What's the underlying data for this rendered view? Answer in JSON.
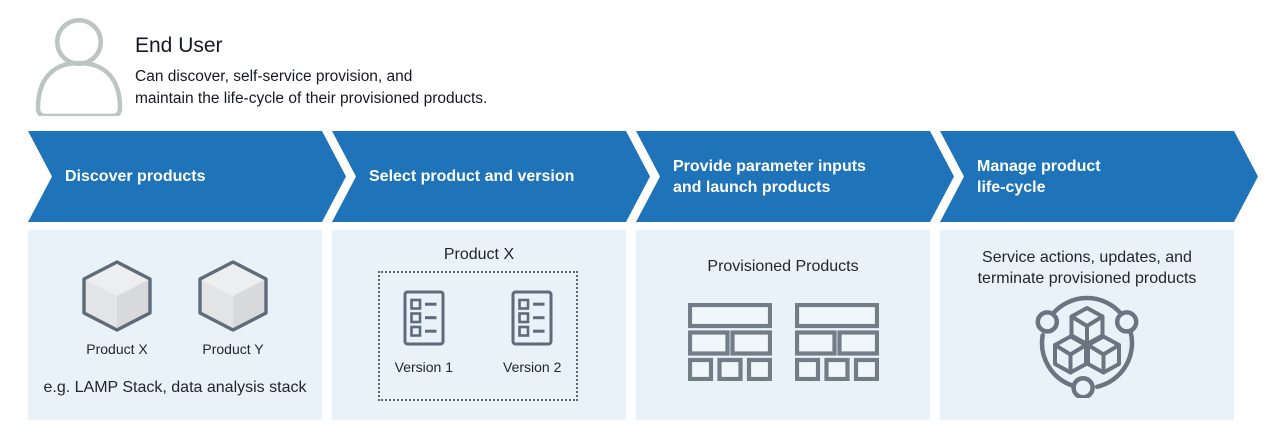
{
  "header": {
    "title": "End User",
    "description_lines": [
      "Can discover, self-service provision, and",
      "maintain the life-cycle of their provisioned products."
    ]
  },
  "steps": [
    {
      "banner": {
        "lines": [
          "Discover products"
        ]
      },
      "panel": {
        "products": [
          {
            "label": "Product X"
          },
          {
            "label": "Product Y"
          }
        ],
        "example": "e.g. LAMP Stack, data analysis stack"
      }
    },
    {
      "banner": {
        "lines": [
          "Select product and version"
        ]
      },
      "panel": {
        "title": "Product X",
        "versions": [
          {
            "label": "Version 1"
          },
          {
            "label": "Version 2"
          }
        ]
      }
    },
    {
      "banner": {
        "lines": [
          "Provide parameter inputs",
          "and launch products"
        ]
      },
      "panel": {
        "title": "Provisioned Products"
      }
    },
    {
      "banner": {
        "lines": [
          "Manage product",
          "life-cycle"
        ]
      },
      "panel": {
        "description_lines": [
          "Service actions, updates, and",
          "terminate provisioned products"
        ]
      }
    }
  ],
  "icons": {
    "person": "person-icon",
    "product": "product-cube-icon",
    "version": "version-list-icon",
    "provisioned": "provisioned-stack-icon",
    "lifecycle": "lifecycle-orbit-icon"
  },
  "colors": {
    "banner_blue": "#1f73b8",
    "banner_text": "#ffffff",
    "panel_background": "#e9f2f9",
    "icon_stroke": "#5f6b7a",
    "stack_icon_stroke": "#737d88",
    "lifecycle_icon_stroke": "#6b7581",
    "person_icon_stroke": "#bdc5c1",
    "text_dark": "#16191f"
  }
}
